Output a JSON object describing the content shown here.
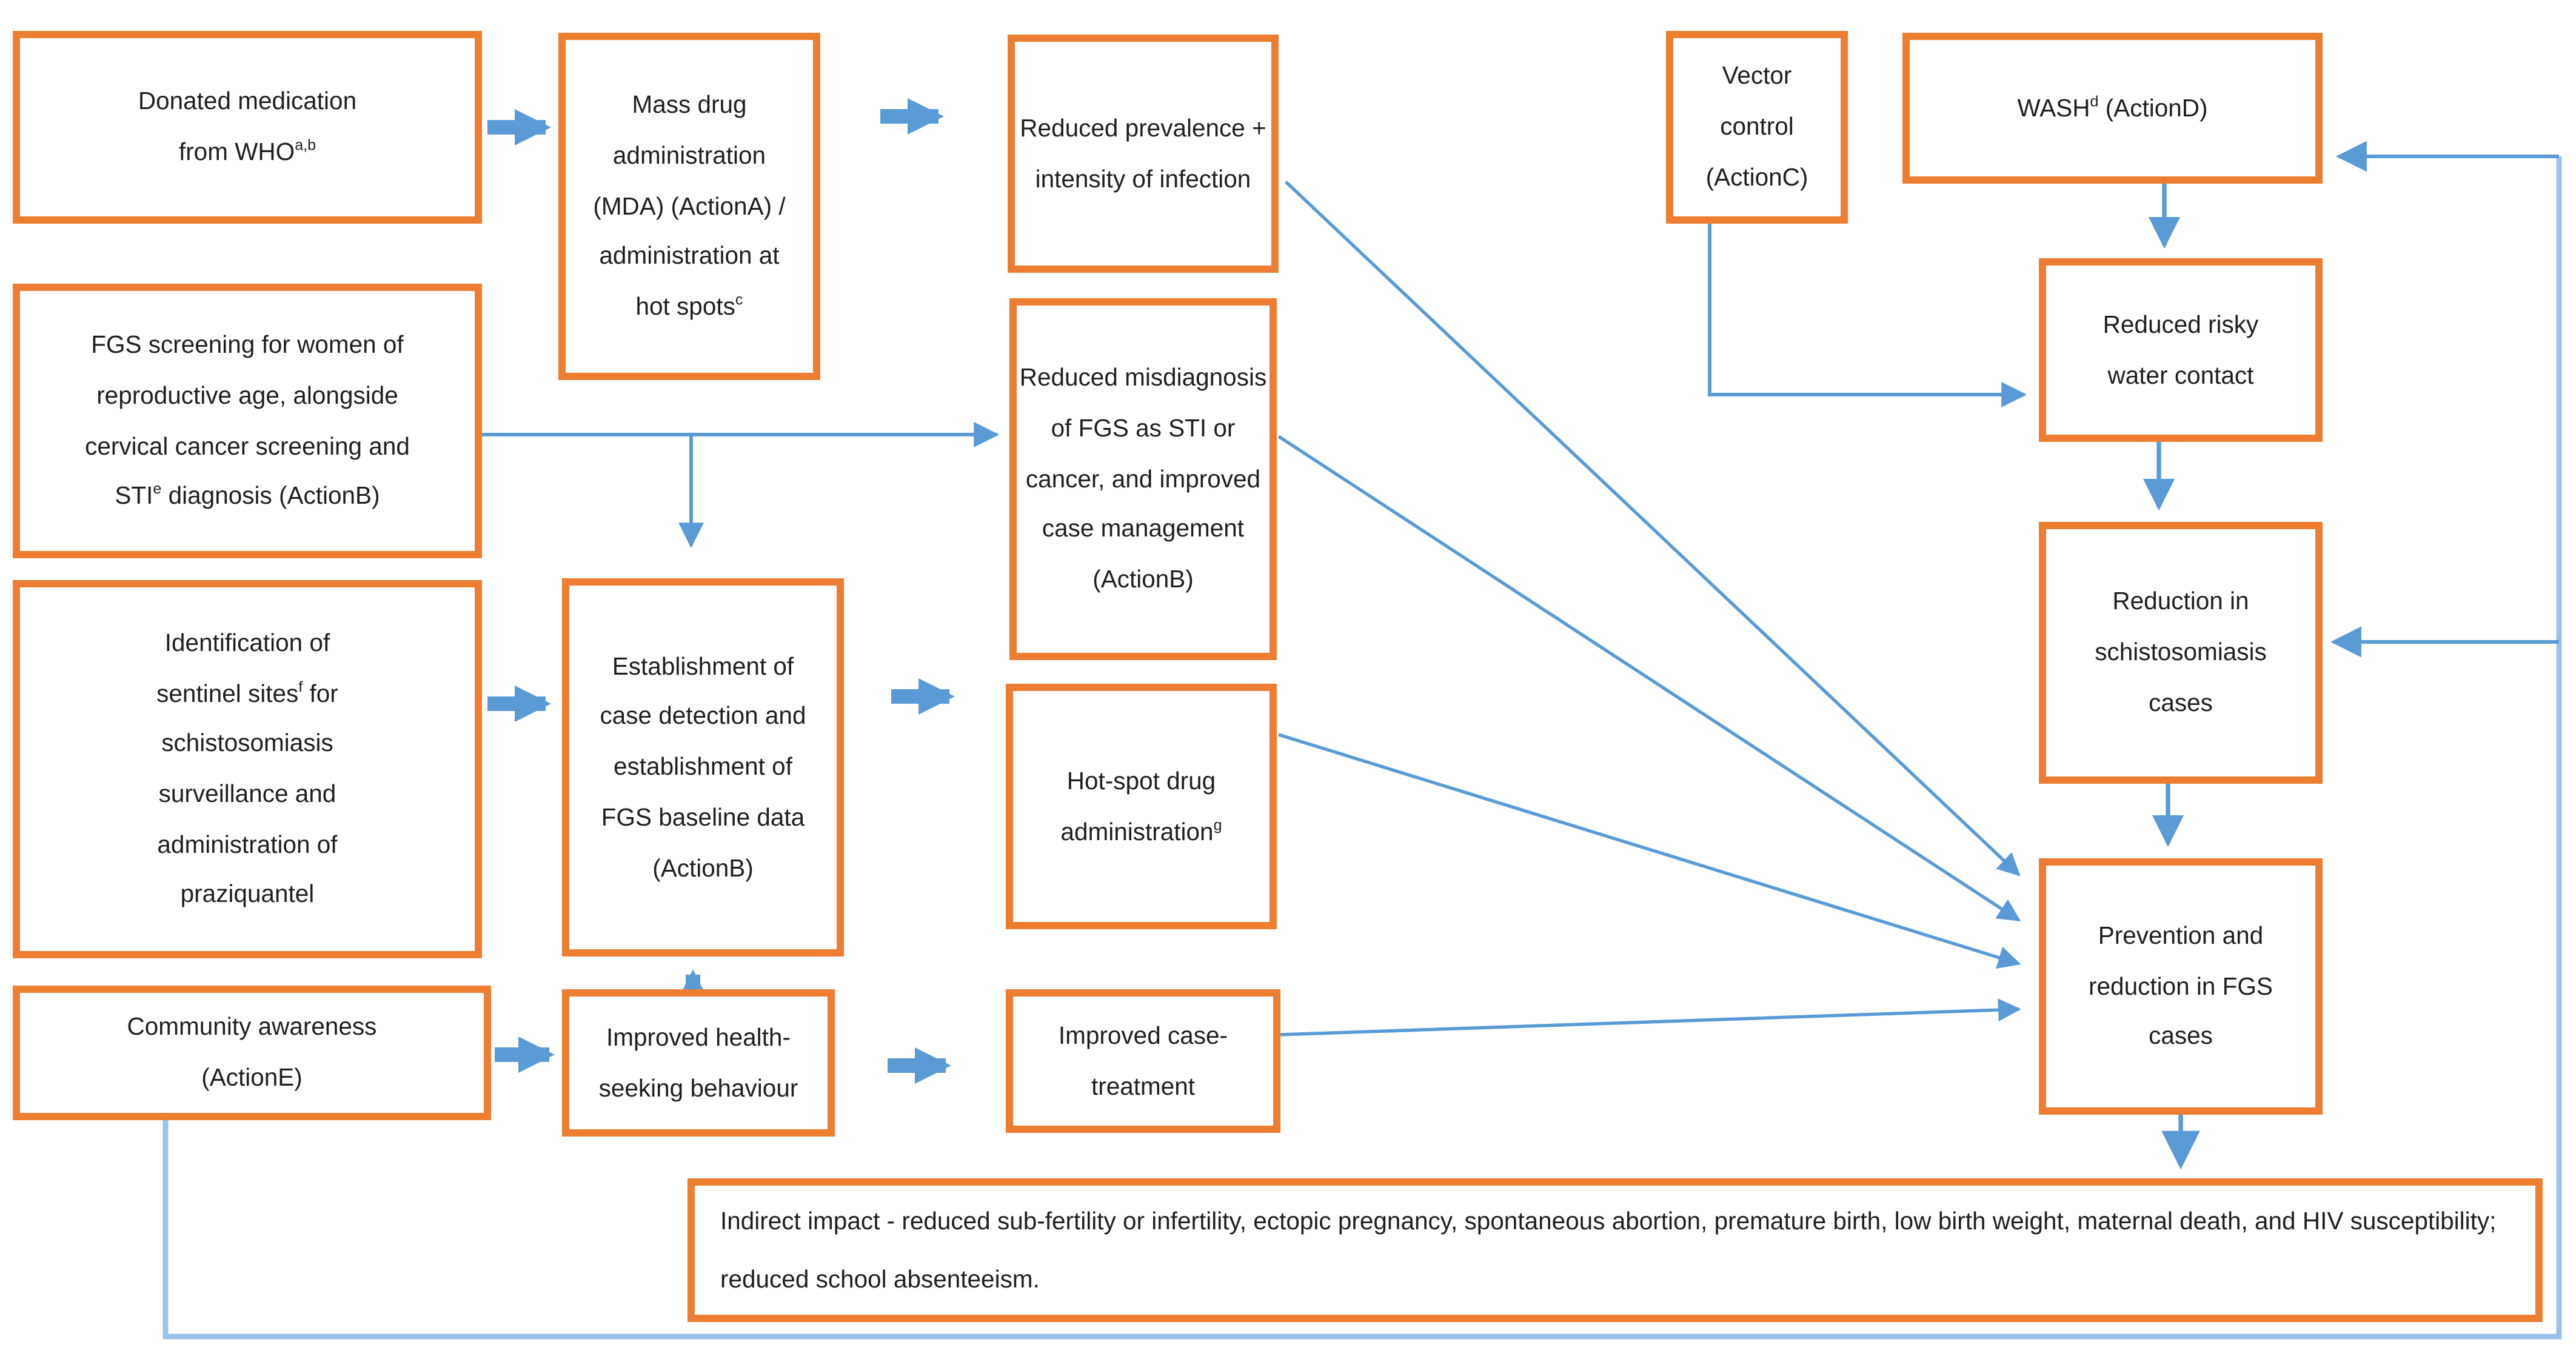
{
  "diagram": {
    "colors": {
      "box_border": "#ED7D31",
      "arrow_blue": "#5B9BD5",
      "feedback_blue": "#9CC3E6",
      "background": "#FFFFFF",
      "text": "#1F1F1F"
    },
    "nodes": {
      "donated": {
        "pre": "Donated medication from WHO",
        "sup": "a,b",
        "post": ""
      },
      "fgs_screening": {
        "pre": "FGS screening for women of reproductive age, alongside cervical cancer screening and STI",
        "sup": "e",
        "post": " diagnosis (ActionB)"
      },
      "sentinel": {
        "pre": "Identification of sentinel sites",
        "sup": "f",
        "post": " for schistosomiasis surveillance and administration of praziquantel"
      },
      "community": {
        "pre": "Community awareness (ActionE)",
        "sup": "",
        "post": ""
      },
      "mda": {
        "pre": "Mass drug administration (MDA) (ActionA) / administration at hot spots",
        "sup": "c",
        "post": ""
      },
      "establishment": {
        "pre": "Establishment of case detection and establishment of FGS baseline data (ActionB)",
        "sup": "",
        "post": ""
      },
      "health_seeking": {
        "pre": "Improved health-seeking behaviour",
        "sup": "",
        "post": ""
      },
      "reduced_prevalence": {
        "pre": "Reduced prevalence + intensity of infection",
        "sup": "",
        "post": ""
      },
      "misdiagnosis": {
        "pre": "Reduced misdiagnosis of FGS as STI or cancer, and improved case management (ActionB)",
        "sup": "",
        "post": ""
      },
      "hotspot": {
        "pre": "Hot-spot drug administration",
        "sup": "g",
        "post": ""
      },
      "case_treatment": {
        "pre": "Improved case-treatment",
        "sup": "",
        "post": ""
      },
      "vector": {
        "pre": "Vector control (ActionC)",
        "sup": "",
        "post": ""
      },
      "wash": {
        "pre": "WASH",
        "sup": "d",
        "post": " (ActionD)"
      },
      "risky_water": {
        "pre": "Reduced risky water contact",
        "sup": "",
        "post": ""
      },
      "schisto_reduction": {
        "pre": "Reduction in schistosomiasis cases",
        "sup": "",
        "post": ""
      },
      "fgs_prevention": {
        "pre": "Prevention and reduction in FGS cases",
        "sup": "",
        "post": ""
      },
      "indirect_impact": {
        "pre": "Indirect impact - reduced sub-fertility or infertility, ectopic pregnancy, spontaneous abortion, premature birth, low birth weight, maternal death, and HIV susceptibility; reduced school absenteeism.",
        "sup": "",
        "post": ""
      }
    }
  }
}
